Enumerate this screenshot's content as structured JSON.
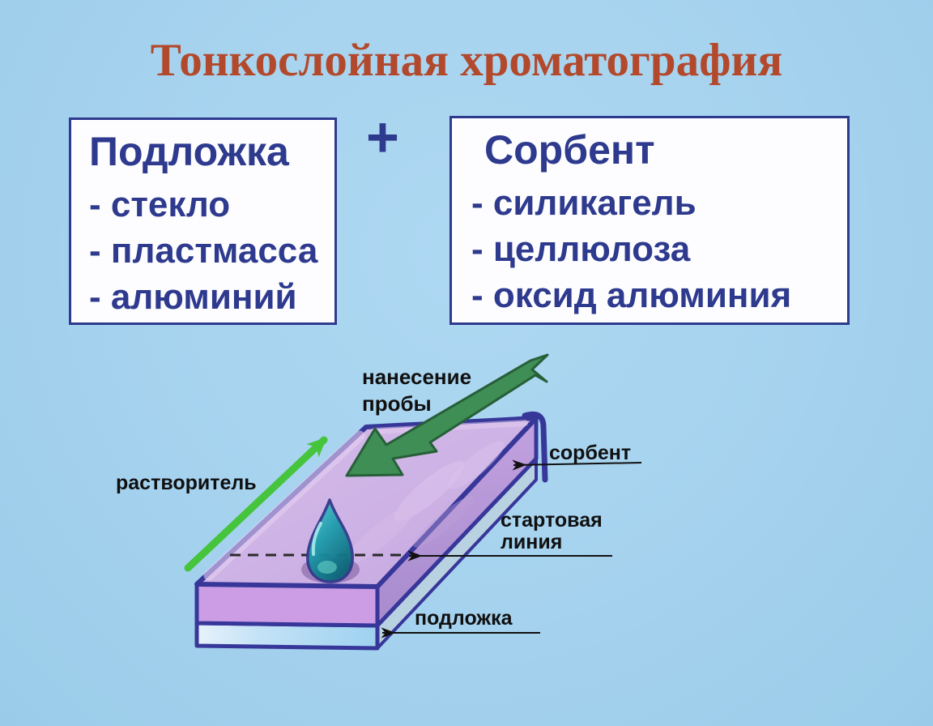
{
  "title": "Тонкослойная хроматография",
  "plus_sign": "+",
  "boxes": {
    "substrate": {
      "heading": "Подложка",
      "items": [
        "- стекло",
        "- пластмасса",
        "- алюминий"
      ]
    },
    "sorbent": {
      "heading": "Сорбент",
      "items": [
        "- силикагель",
        "- целлюлоза",
        "- оксид алюминия"
      ]
    }
  },
  "diagram": {
    "labels": {
      "sample_application": "нанесение пробы",
      "solvent": "растворитель",
      "sorbent_layer": "сорбент",
      "start_line": "стартовая линия",
      "substrate_layer": "подложка"
    },
    "colors": {
      "background": "#a5d2ee",
      "title_text": "#b3492c",
      "box_text": "#2e3a8e",
      "box_border": "#2e3a8e",
      "box_background": "#fdfdff",
      "plate_top": "#cdb2e5",
      "plate_front": "#cc9de5",
      "plate_side": "#ae90d3",
      "substrate_face": "#b9dcf4",
      "outline_navy": "#37379a",
      "drop_teal": "#1b9aa8",
      "sample_arrow_green": "#3f8e55",
      "solvent_arrow_green": "#45c43c",
      "label_text": "#101010"
    }
  }
}
